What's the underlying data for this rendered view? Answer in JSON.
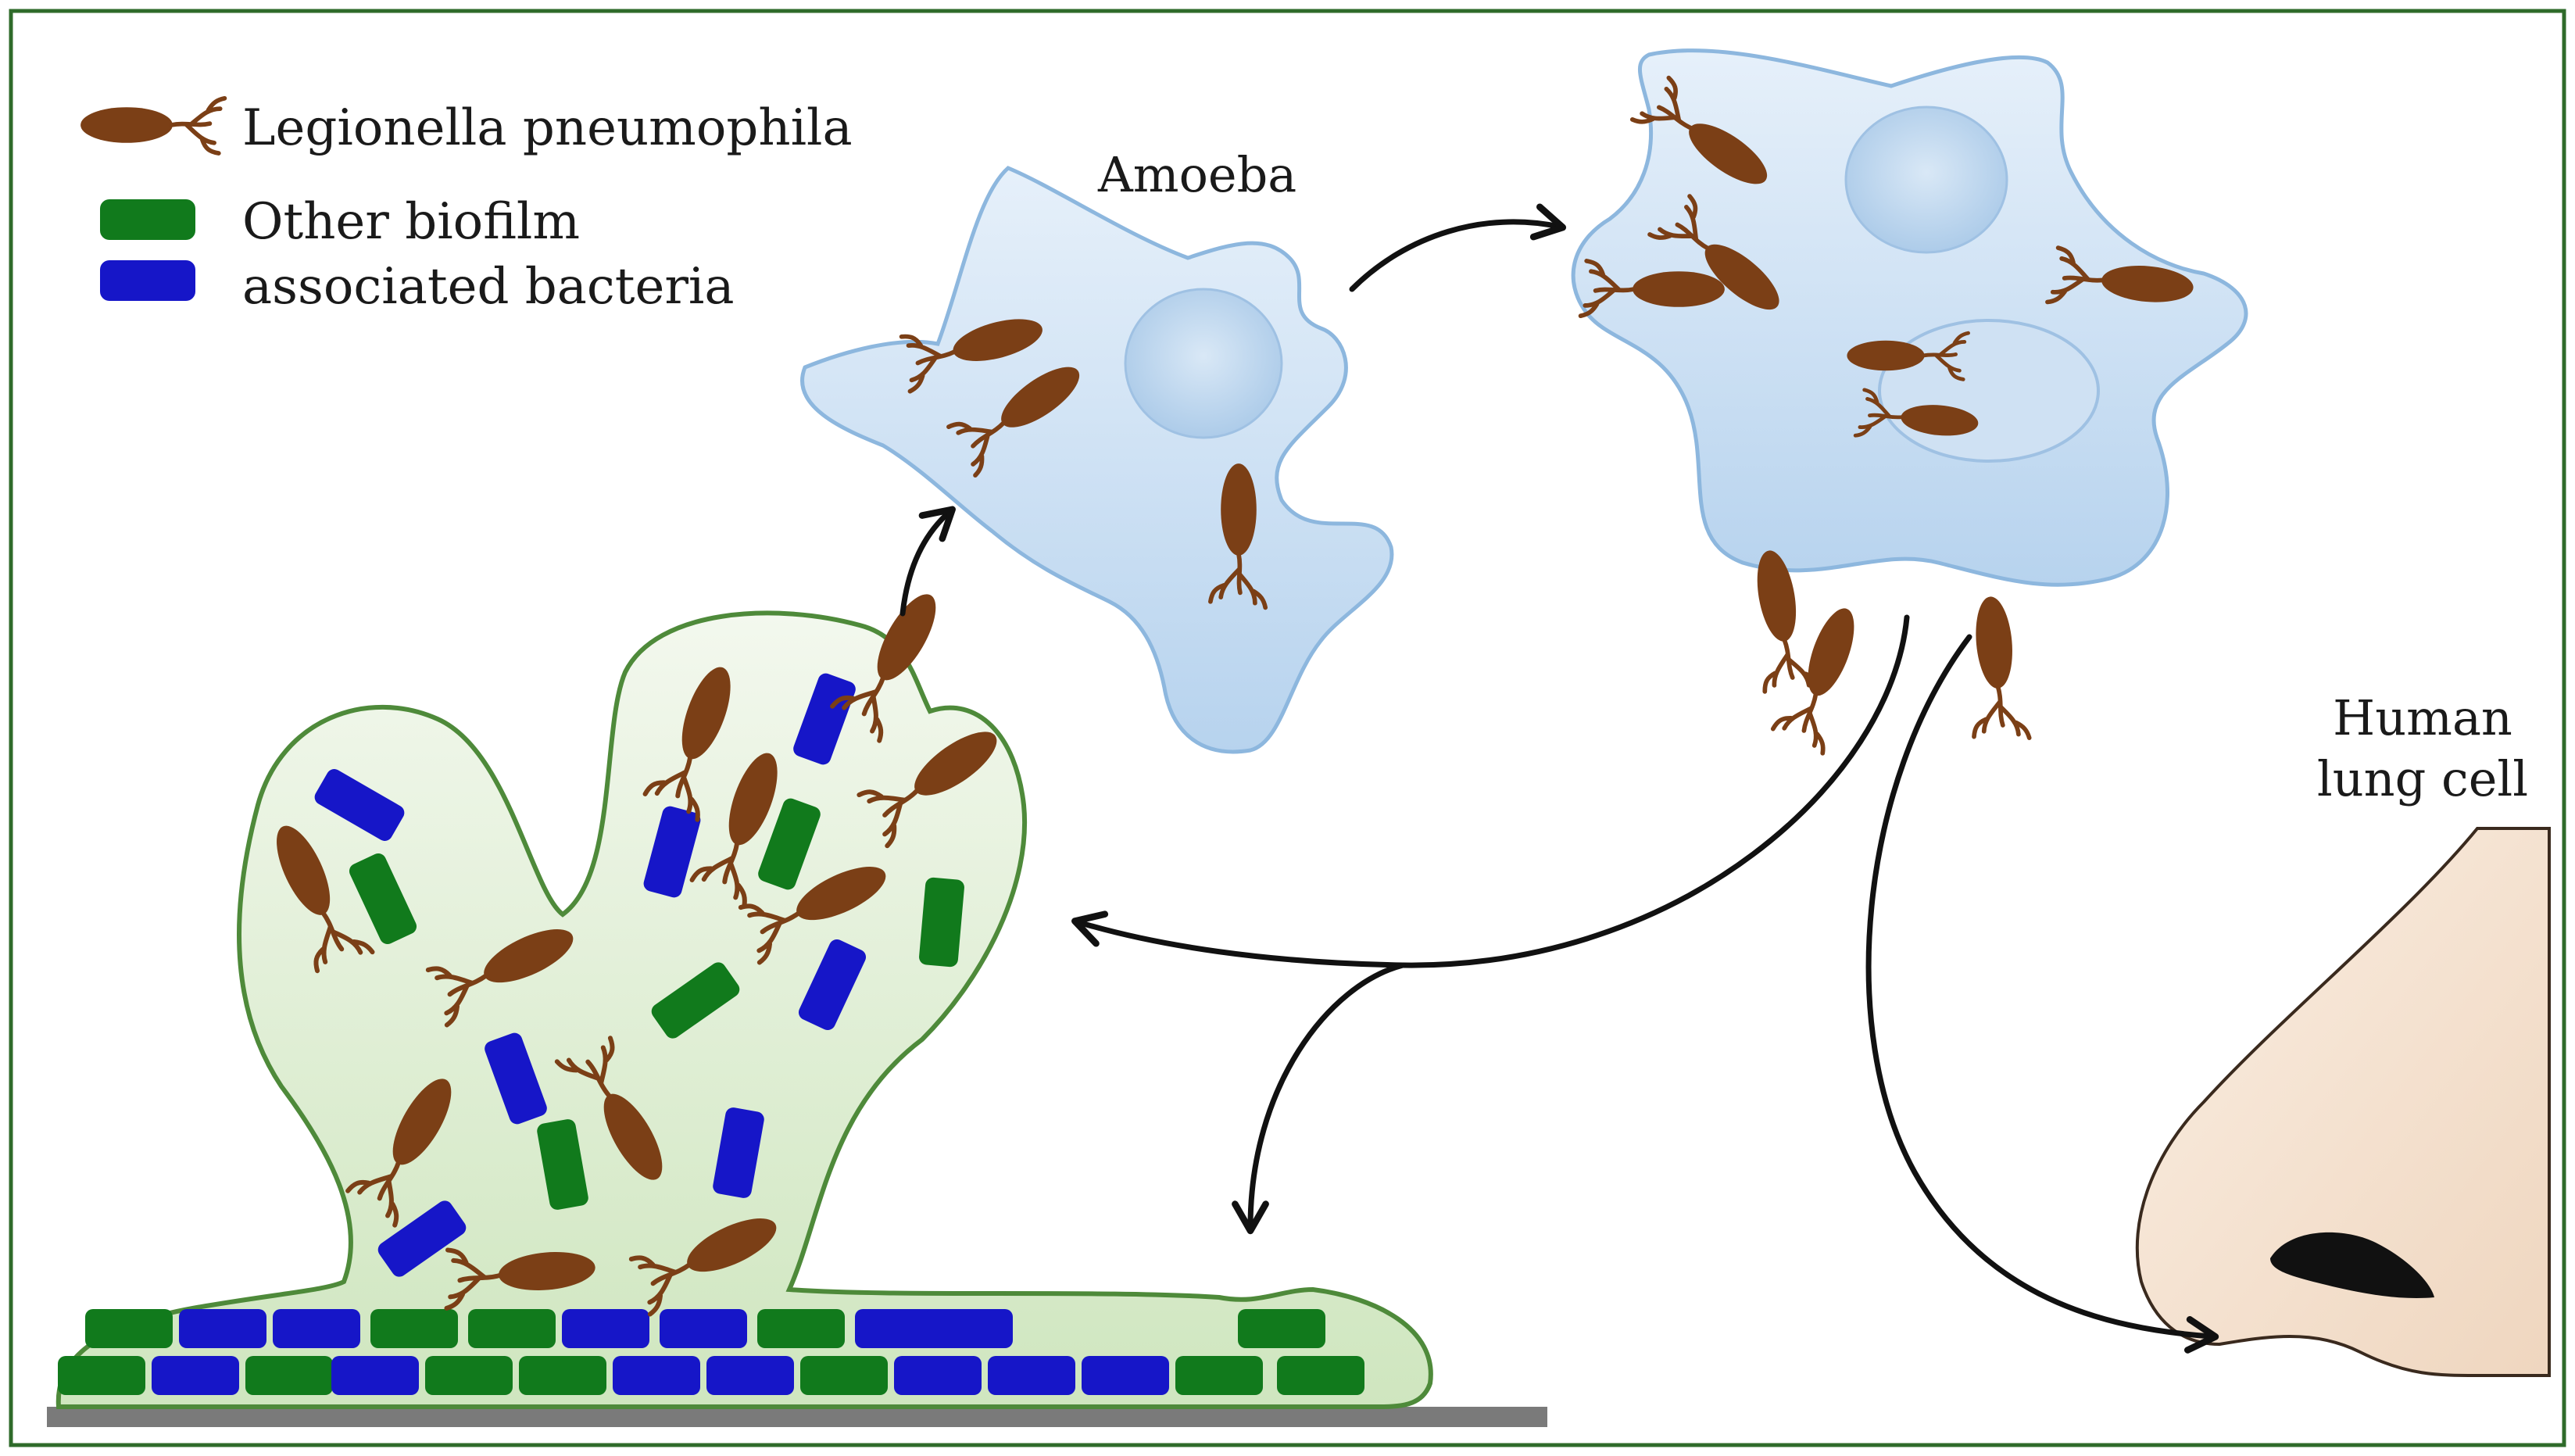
{
  "legend": {
    "legionella_label": "Legionella pneumophila",
    "other_line1": "Other biofilm",
    "other_line2": "associated bacteria"
  },
  "labels": {
    "amoeba": "Amoeba",
    "human_line1": "Human",
    "human_line2": "lung cell"
  },
  "colors": {
    "frame": "#2f6b2a",
    "legionella": "#7b3f16",
    "biofilm_green": "#117a1c",
    "biofilm_blue": "#1616c8",
    "amoeba_fill": "#c9dff2",
    "amoeba_stroke": "#8db7de",
    "biofilm_fill": "#e6f1dc",
    "biofilm_stroke": "#4e8a3a",
    "nose_fill": "#f6e4d2",
    "substrate": "#7a7a7a"
  },
  "icons": {
    "legionella": "rod-bacterium-with-flagella",
    "other_bacteria": "rounded-rectangle"
  }
}
